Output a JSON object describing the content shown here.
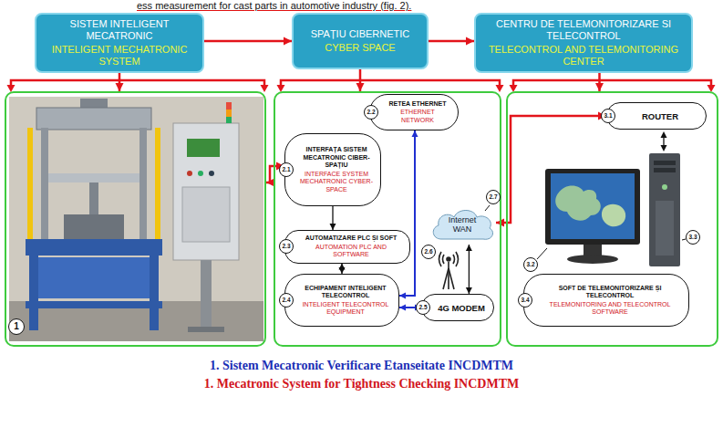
{
  "diagram": {
    "nodes": [
      {
        "text": [
          "SISTEM INTELIGENT MECATRONIC",
          "INTELIGENT MECHATRONIC SYSTEM"
        ]
      },
      {
        "text": [
          "SPAȚIU CIBERNETIC",
          "CYBER SPACE"
        ]
      },
      {
        "text": [
          "CENTRU DE TELEMONITORIZARE SI TELECONTROL",
          "TELECONTROL AND TELEMONITORING CENTER"
        ]
      },
      {
        "text": []
      },
      {
        "text": []
      },
      {
        "text": []
      },
      {
        "text": [
          "2.1",
          "INTERFAȚA SISTEM MECATRONIC CIBER-SPAȚIU",
          "INTERFACE SYSTEM MECHATRONIC CYBER-SPACE"
        ],
        "in": 4
      },
      {
        "text": [
          "2.2",
          "RETEA ETHERNET",
          "ETHERNET NETWORK"
        ],
        "in": 4
      },
      {
        "text": [
          "2.3",
          "AUTOMATIZARE PLC ȘI SOFT",
          "AUTOMATION PLC AND SOFTWARE"
        ],
        "in": 4
      },
      {
        "text": [
          "2.4",
          "ECHIPAMENT INTELIGENT TELECONTROL",
          "INTELIGENT TELECONTROL EQUIPMENT"
        ],
        "in": 4
      },
      {
        "text": [
          "2.5",
          "4G MODEM"
        ],
        "in": 4
      },
      {
        "text": [
          "Internet WAN"
        ],
        "in": 4
      },
      {
        "text": [
          "3.1",
          "ROUTER"
        ],
        "in": 5
      },
      {
        "text": [
          "3.4",
          "SOFT DE TELEMONITORIZARE ȘI TELECONTROL",
          "TELEMONITORING AND TELECONTROL SOFTWARE"
        ],
        "in": 5
      }
    ],
    "edges": [
      {
        "from": 0,
        "to": 1,
        "arrow": "to"
      },
      {
        "from": 1,
        "to": 2,
        "arrow": "to"
      },
      {
        "from": 0,
        "to": 3,
        "arrow": "to"
      },
      {
        "from": 1,
        "to": 4,
        "arrow": "to"
      },
      {
        "from": 2,
        "to": 5,
        "arrow": "to"
      },
      {
        "from": 3,
        "to": 6,
        "arrow": "both"
      },
      {
        "from": 6,
        "to": 8,
        "arrow": "to"
      },
      {
        "from": 8,
        "to": 9,
        "arrow": "both"
      },
      {
        "from": 9,
        "to": 10,
        "arrow": "both"
      },
      {
        "from": 7,
        "to": 9,
        "arrow": "both"
      },
      {
        "from": 10,
        "to": 11,
        "arrow": "both"
      },
      {
        "from": 11,
        "to": 12,
        "arrow": "both"
      }
    ],
    "labels": [
      "ess measurement for cast parts in automotive industry (fig. 2).",
      "1",
      "2.6",
      "2.7",
      "3.2",
      "3.3",
      "1. Sistem Mecatronic Verificare Etanseitate INCDMTM",
      "1. Mecatronic System for Tightness Checking INCDMTM"
    ]
  }
}
